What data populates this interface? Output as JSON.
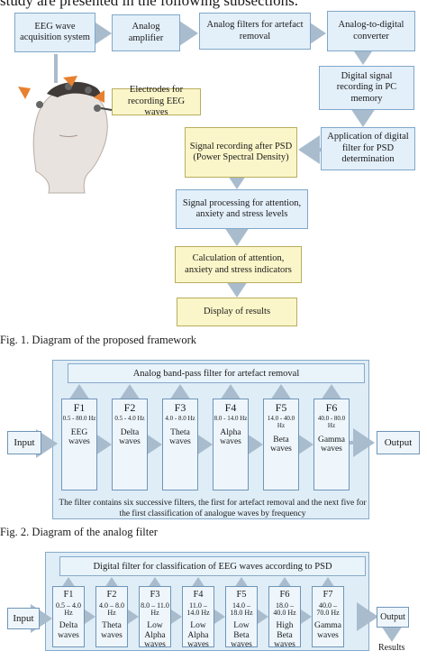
{
  "top_text": "study are presented in the following subsections.",
  "fig1": {
    "acquisition": "EEG wave acquisition system",
    "amplifier": "Analog amplifier",
    "analog_filters": "Analog filters for artefact removal",
    "adc": "Analog-to-digital converter",
    "digital_recording": "Digital signal recording in PC memory",
    "digital_filter": "Application of digital filter for PSD determination",
    "electrodes": "Electrodes for recording EEG waves",
    "psd_recording": "Signal recording after PSD (Power Spectral Density)",
    "processing": "Signal processing for attention, anxiety and stress levels",
    "calculation": "Calculation of attention, anxiety and stress indicators",
    "display": "Display of results",
    "caption": "Fig. 1. Diagram of the proposed framework"
  },
  "fig2": {
    "title": "Analog band-pass filter for artefact removal",
    "input": "Input",
    "output": "Output",
    "filters": [
      {
        "name": "F1",
        "range": "0.5 - 80.0 Hz",
        "wave": "EEG waves"
      },
      {
        "name": "F2",
        "range": "0.5 - 4.0 Hz",
        "wave": "Delta waves"
      },
      {
        "name": "F3",
        "range": "4.0 - 8.0 Hz",
        "wave": "Theta waves"
      },
      {
        "name": "F4",
        "range": "8.0 - 14.0 Hz",
        "wave": "Alpha waves"
      },
      {
        "name": "F5",
        "range": "14.0 - 40.0 Hz",
        "wave": "Beta waves"
      },
      {
        "name": "F6",
        "range": "40.0 - 80.0 Hz",
        "wave": "Gamma waves"
      }
    ],
    "note_line1": "The filter contains six successive filters, the first for artefact removal and the next five for",
    "note_line2": "the first classification of analogue waves by frequency",
    "caption": "Fig. 2. Diagram of the analog filter"
  },
  "fig3": {
    "title": "Digital filter for classification of EEG waves according to PSD",
    "input": "Input",
    "output": "Output",
    "results": "Results",
    "filters": [
      {
        "name": "F1",
        "range": "0.5 – 4.0 Hz",
        "wave": "Delta waves"
      },
      {
        "name": "F2",
        "range": "4.0 – 8.0 Hz",
        "wave": "Theta waves"
      },
      {
        "name": "F3",
        "range": "8.0 – 11.0 Hz",
        "wave": "Low Alpha waves"
      },
      {
        "name": "F4",
        "range": "11.0 – 14.0 Hz",
        "wave": "Low Alpha waves"
      },
      {
        "name": "F5",
        "range": "14.0 – 18.0 Hz",
        "wave": "Low Beta waves"
      },
      {
        "name": "F6",
        "range": "18.0 – 40.0 Hz",
        "wave": "High Beta waves"
      },
      {
        "name": "F7",
        "range": "40.0 – 70.0 Hz",
        "wave": "Gamma waves"
      }
    ]
  },
  "colors": {
    "blue_box": "#e3eff9",
    "yellow_box": "#fbf6c9",
    "arrow": "#9fb4c7"
  }
}
